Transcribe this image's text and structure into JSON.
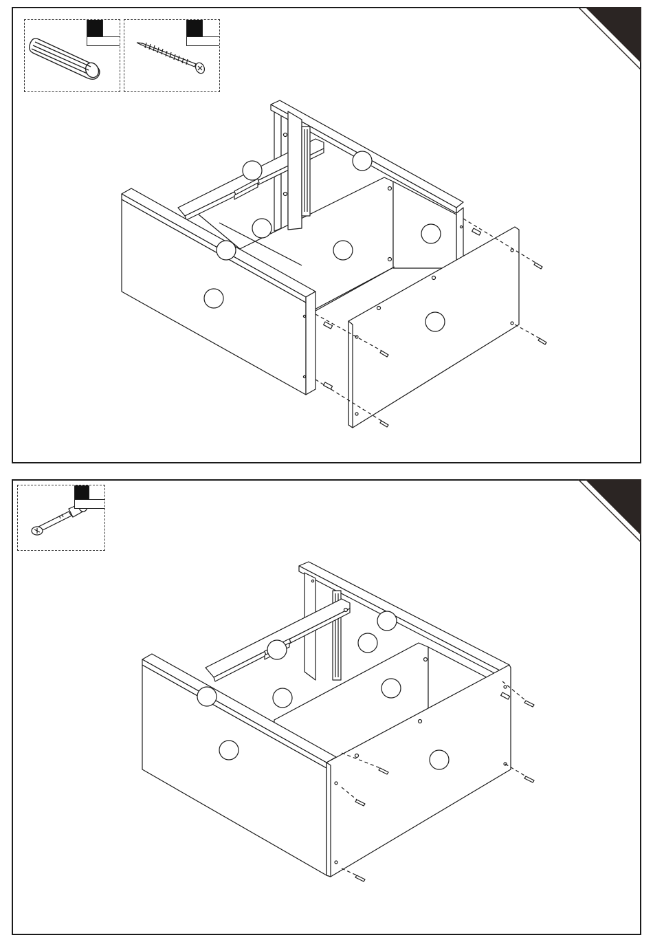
{
  "step1": {
    "number": "",
    "parts": [
      {
        "name": "wooden-dowel",
        "quantity": ""
      },
      {
        "name": "wood-screw",
        "quantity": ""
      }
    ],
    "callouts": [
      "",
      "",
      "",
      "",
      "",
      "",
      "",
      ""
    ]
  },
  "step2": {
    "number": "",
    "parts": [
      {
        "name": "cam-bolt",
        "quantity": ""
      }
    ],
    "callouts": [
      "",
      "",
      "",
      "",
      "",
      "",
      "",
      ""
    ]
  },
  "colors": {
    "line": "#1a1a1a",
    "fill": "#ffffff",
    "corner": "#2b2523"
  }
}
